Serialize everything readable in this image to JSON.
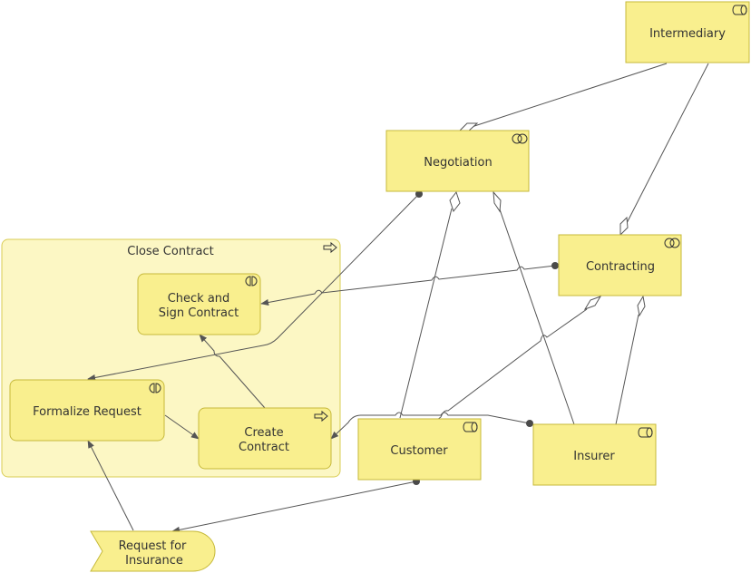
{
  "diagram": {
    "group": {
      "label": "Close Contract",
      "icon": "process-arrow-icon"
    },
    "nodes": {
      "intermediary": {
        "label": "Intermediary",
        "icon": "role-icon"
      },
      "negotiation": {
        "label": "Negotiation",
        "icon": "collaboration-icon"
      },
      "contracting": {
        "label": "Contracting",
        "icon": "collaboration-icon"
      },
      "check_sign": {
        "label_line1": "Check and",
        "label_line2": "Sign Contract",
        "icon": "interaction-icon"
      },
      "formalize": {
        "label": "Formalize Request",
        "icon": "interaction-icon"
      },
      "create_contract": {
        "label_line1": "Create",
        "label_line2": "Contract",
        "icon": "process-arrow-icon"
      },
      "customer": {
        "label": "Customer",
        "icon": "role-icon"
      },
      "insurer": {
        "label": "Insurer",
        "icon": "role-icon"
      },
      "request": {
        "label_line1": "Request for",
        "label_line2": "Insurance",
        "icon": "event"
      }
    },
    "colors": {
      "node_fill": "#f9ef8e",
      "node_stroke": "#c6b93a",
      "group_fill": "#fcf7c4",
      "edge": "#555555"
    }
  }
}
